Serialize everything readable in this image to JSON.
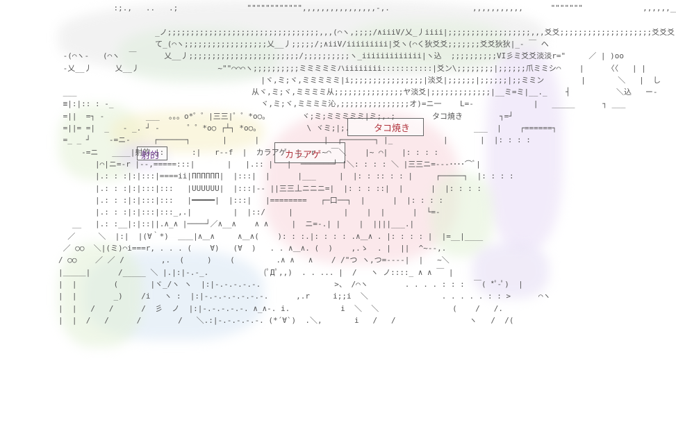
{
  "scene": {
    "colors": {
      "sky": "#e6e6e6",
      "green": "#d8ecd0",
      "pink": "#f7d3d8",
      "purple": "#e4d6f2",
      "blue": "#cfe0f2",
      "yellow": "#f4ecb4",
      "green_text": "#3d8a38",
      "red_text": "#b0303a",
      "purple_text": "#6f3c8f",
      "gold_text": "#b09a2a"
    },
    "labels": {
      "stall_shooting": "射的",
      "stall_karaage": "カラアゲ",
      "stall_takoyaki": "タコ焼き"
    }
  },
  "art": {
    "lines": [
      "            :;.,   ..   .;               \"\"\"\"\"\"\"\"\"\"\"\",,,,,,,,,,,,,,,,-,.                  ,,,,,,,,,,,      \"\"\"\"\"\"\"             ,,,,,,__,,\"",
      "",
      "                     _ノ;;;;;;;;;;;;;;;;;;;;;;;;;;;;;;;;;,,,(⌒ヽ,;;;;/∧iiiV/乂_丿iiii|;;;;;;;;;;;;;;;;;;,,,爻爻;;;;;;;;;;;;;;;;;;;;爻爻爻|      |爻=-",
      "                     て_(⌒ヽ;;;;;;;;;;;;;;;;;;乂__丿;;;;;/;∧iiV/iiiiiiiii|爻ヽ(⌒く狄爻爻;;;;;;;爻爻狄狄|_- ￣ ヘ",
      " -(⌒ヽ‐   (⌒ヽ  ￣      乂__丿;;;;;;;;;;;;;;;;;;;;;;;;/;;;;;;;;;;ヽ_iiiiiiiiiiiii|ヽ込  ;;;;;;;;;;VI彡ミ爻爻淡淡r=\"     ／ | )oo",
      " -乂__丿     乂__丿                 ~\"\"⌒⌒⌒ヽ;;;;;;;;;;ミミミミミハiiiiiiii:::::::::::|爻ン\\;;;;;;;;|;;;;;;爪ミミシ⌒    |     〈〈   | |",
      "                                            |ヾ,ミ;ヾ,ミミミミミ|i;;;;;;;;;;;;;;;;|淡爻|;;;;;;|;;;;;;|;;ミミン        |       ＼   |  し",
      " ___                                      从ヾ,ミ;ヾ,ミミミミ从;;;;;;;;;;;;;;;ヤ淡爻|;;;;;;;;;;;;;|__ミ=ミ|__._    ┤          ＼込   ー-",
      " ≡|:|:: : -_                                ヾ,ミ;ヾ,ミミミミ沁,;;;;;;;;;;;;;;;オ)=ニ一    L=-             |   _____      ┐ ___",
      " =||  =┐ ‐         ___  。。。o*゜゜|三三|゜゜*o○。       ヾ;ミ;ミミミミミ|ミ;,.;        タコ焼き        ┐=┘",
      " =||= =|  _   ‐ _. ┘ ‐      ゜゜*o○ ┌┴┐ *o○。          \\ ヾミ;|;.                           ___  |    ┌======┐",
      " =_ _ ┘    ‐=ニ‐     ┌──────┐       |      |              |  ┌───────┐ |_           |       |  |: : : :",
      "     -=ニ   ____|射的.|:      :|   r‐‐f  |  カラアゲ  |_.ｒ‐~⌒￣＼    |~ ⌒|   |: : : :",
      "        |⌒|ニ=-r |--,=====:::|       |   |.:: |   |  ───────┘ |＼: : : : ＼ |三三ニ=-‐‐････⌒ﾞ|",
      "        |.: : :|:|:::|====ii|ΠΠΠΠΠΠ|  |:::|  |      |___     |  |: : :: : : |     ┌─────┐  |: : : :",
      "        |.: : :|:|:::|:::   |UUUUUU|  |:::|‐- ||三三丄ニニニ=|  |: : : ::|  |      |  |: : : :",
      "        |.: : :|:|:::|:::   |━━━━━|  |:::|   |========   ┌─口──┐  |      |  |: : : :",
      "        |.: : :|:|:::|:::_,.|         |  |::/     |           |    |  |      |  └=-",
      "   __   |.: :__|:|::||.∧_∧ |────┘／∧__∧    ∧ ∧     |  ニ=-.| |    |  ||||___.|",
      "  ／     ＼  |:|  |(∀｀*)  ＿＿|∧＿∧     ∧＿∧(    ): : :.|: : : : .∧＿∧ . |: : : : |  |=__|____",
      " ／ ○○  ＼|(ミ)⌒i===r, . . . (    ∀)   (∀  )   . . ∧＿∧. (  )    ,.ゝ  . |  ||  ^~‐‐,.",
      "/ ○○    ／ ／ /        ,.  (     )    (         .∧ ∧   ∧    / /\"つ ヽ,つ=-‐‐‐|  |   ~＼",
      "|＿＿＿|      /_____ ＼ |.|:|-.-_.            (ﾟДﾟ,,)  . . ... |  /   ヽ ノ::::_ ∧ ∧ ￣ |",
      "|  |        (       |ヾ_/ヽ ヽ  |:|-.-.-.-.-.                >、 /⌒ヽ        . . . . : : :  ￣( *ﾟ-ﾟ)  |",
      "|  |        _)    /i   ヽ :  |:|-.-.-.-.-.-.-.      ,.r     i;;i  ＼                . . . . . : : >      ⌒ヽ",
      "|  |   /   /      /  彡  ノ  |:|-.-.-.-.-. ∧_∧-. i.           i  ＼  ＼                (    /   /.",
      "|  |  /   /      /        /   ＼.:|-.-.-.-.-. (*´∀`)  .＼,       i   /   /                ヽ   /  /("
    ]
  }
}
